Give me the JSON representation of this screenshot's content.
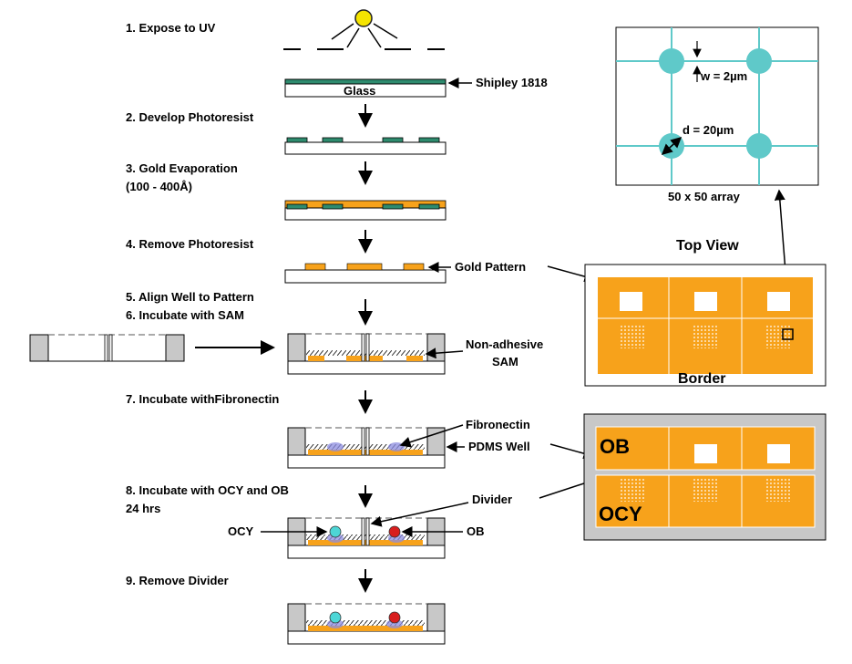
{
  "colors": {
    "gold": "#F7A21B",
    "resist": "#2E8B6E",
    "well": "#C8C8C8",
    "cyan_dot": "#4DD6D6",
    "red_dot": "#D81E1E",
    "grid": "#5FC9C9",
    "sun": "#F5E400",
    "fibronectin": "#8C8CE0"
  },
  "steps": [
    "1.  Expose to UV",
    "2.  Develop Photoresist",
    "3.  Gold Evaporation",
    "(100 - 400Å)",
    "4.  Remove Photoresist",
    "5.  Align Well to Pattern",
    "6.  Incubate with SAM",
    "7.  Incubate withFibronectin",
    "8.  Incubate with OCY and OB",
    "24 hrs",
    "9.  Remove Divider"
  ],
  "labels": {
    "glass": "Glass",
    "shipley": "Shipley 1818",
    "gold_pattern": "Gold Pattern",
    "non_adhesive_sam_1": "Non-adhesive",
    "non_adhesive_sam_2": "SAM",
    "fibronectin": "Fibronectin",
    "pdms_well": "PDMS Well",
    "divider": "Divider",
    "ocy": "OCY",
    "ob": "OB"
  },
  "top_view": {
    "title": "Top View",
    "border": "Border"
  },
  "detail": {
    "w": "w = 2µm",
    "d": "d = 20µm",
    "caption": "50 x 50 array"
  },
  "bottom_panel": {
    "ob": "OB",
    "ocy": "OCY"
  }
}
